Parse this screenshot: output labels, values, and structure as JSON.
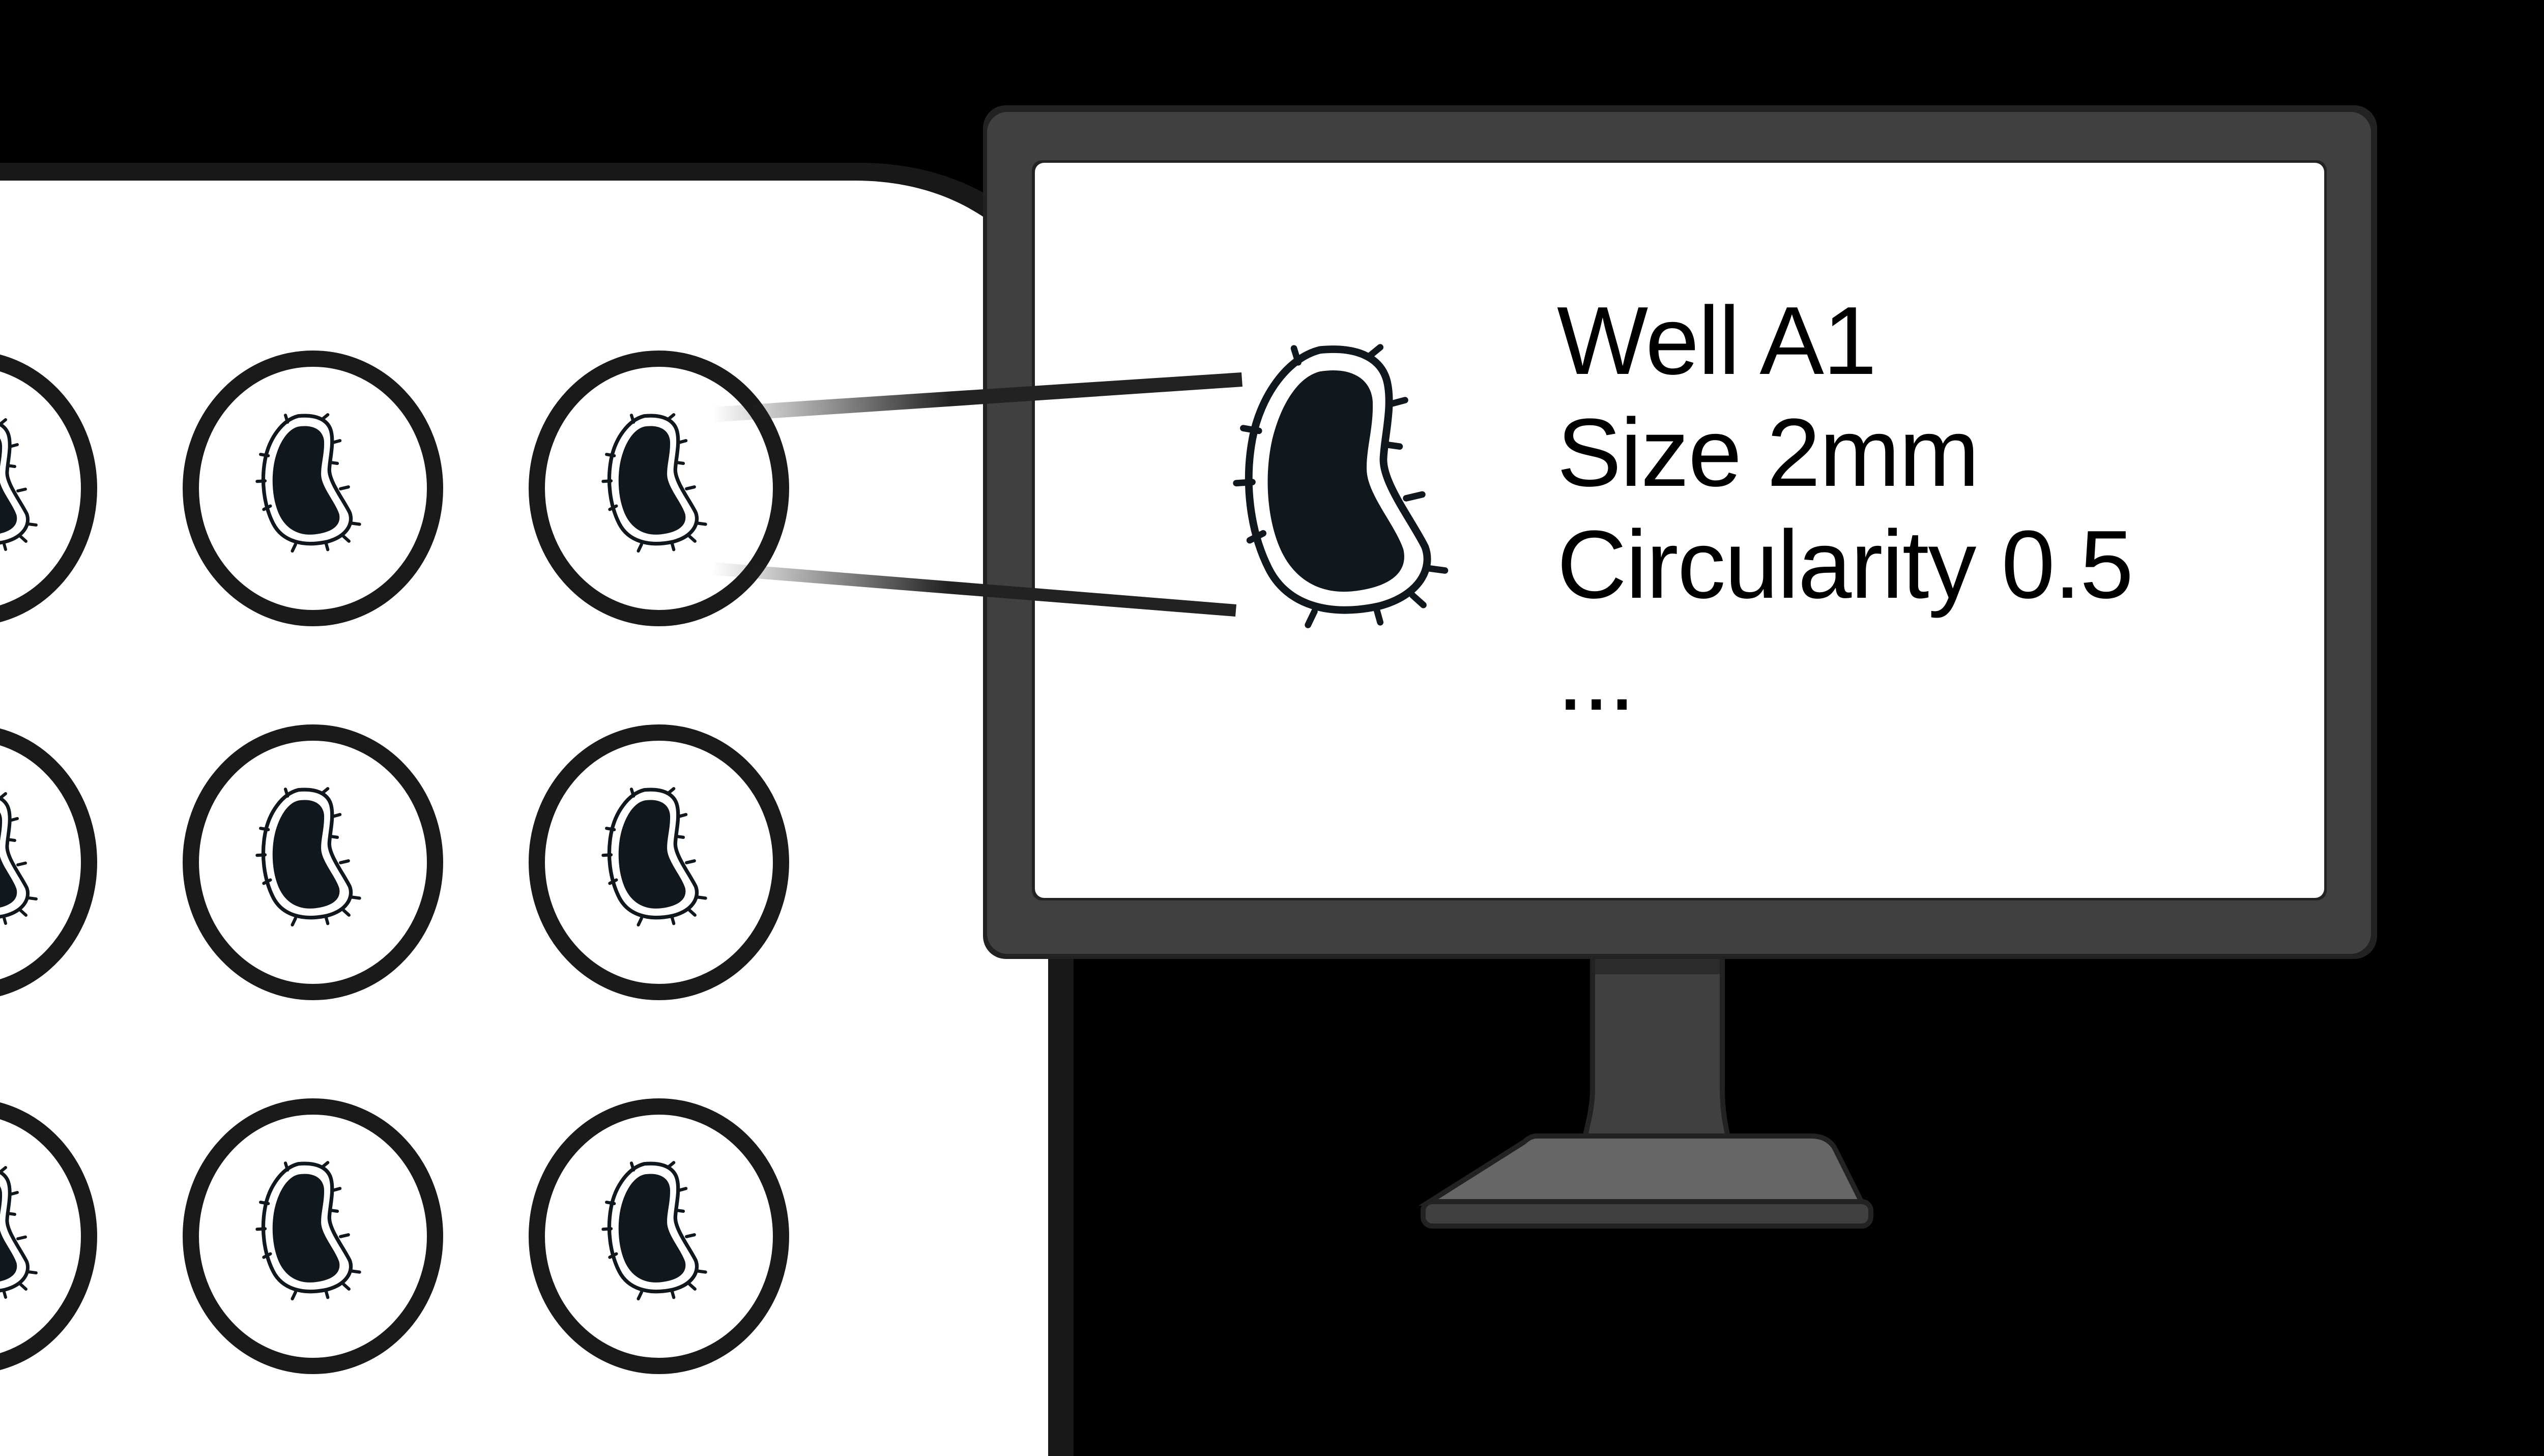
{
  "colors": {
    "background": "#000000",
    "plate_border": "#181818",
    "plate_fill": "#ffffff",
    "well_ring": "#1a1a1a",
    "cell_fill": "#10171d",
    "monitor_bezel": "#404040",
    "monitor_outline": "#222222",
    "monitor_base_top": "#666666",
    "screen": "#ffffff",
    "callout_line": "#222222"
  },
  "plate": {
    "rows": 3,
    "visible_columns": 3,
    "wells": [
      {
        "row": 1,
        "col": 1,
        "has_cell": true,
        "partially_visible": true
      },
      {
        "row": 1,
        "col": 2,
        "has_cell": true
      },
      {
        "row": 1,
        "col": 3,
        "has_cell": true,
        "highlighted": true
      },
      {
        "row": 2,
        "col": 1,
        "has_cell": true,
        "partially_visible": true
      },
      {
        "row": 2,
        "col": 2,
        "has_cell": true
      },
      {
        "row": 2,
        "col": 3,
        "has_cell": true
      },
      {
        "row": 3,
        "col": 1,
        "has_cell": true,
        "partially_visible": true
      },
      {
        "row": 3,
        "col": 2,
        "has_cell": true
      },
      {
        "row": 3,
        "col": 3,
        "has_cell": true
      }
    ]
  },
  "monitor": {
    "screen": {
      "icon": "bacterium-cell-icon",
      "readout": {
        "well": "Well A1",
        "size": "Size 2mm",
        "circularity": "Circularity 0.5",
        "more": "..."
      }
    }
  }
}
